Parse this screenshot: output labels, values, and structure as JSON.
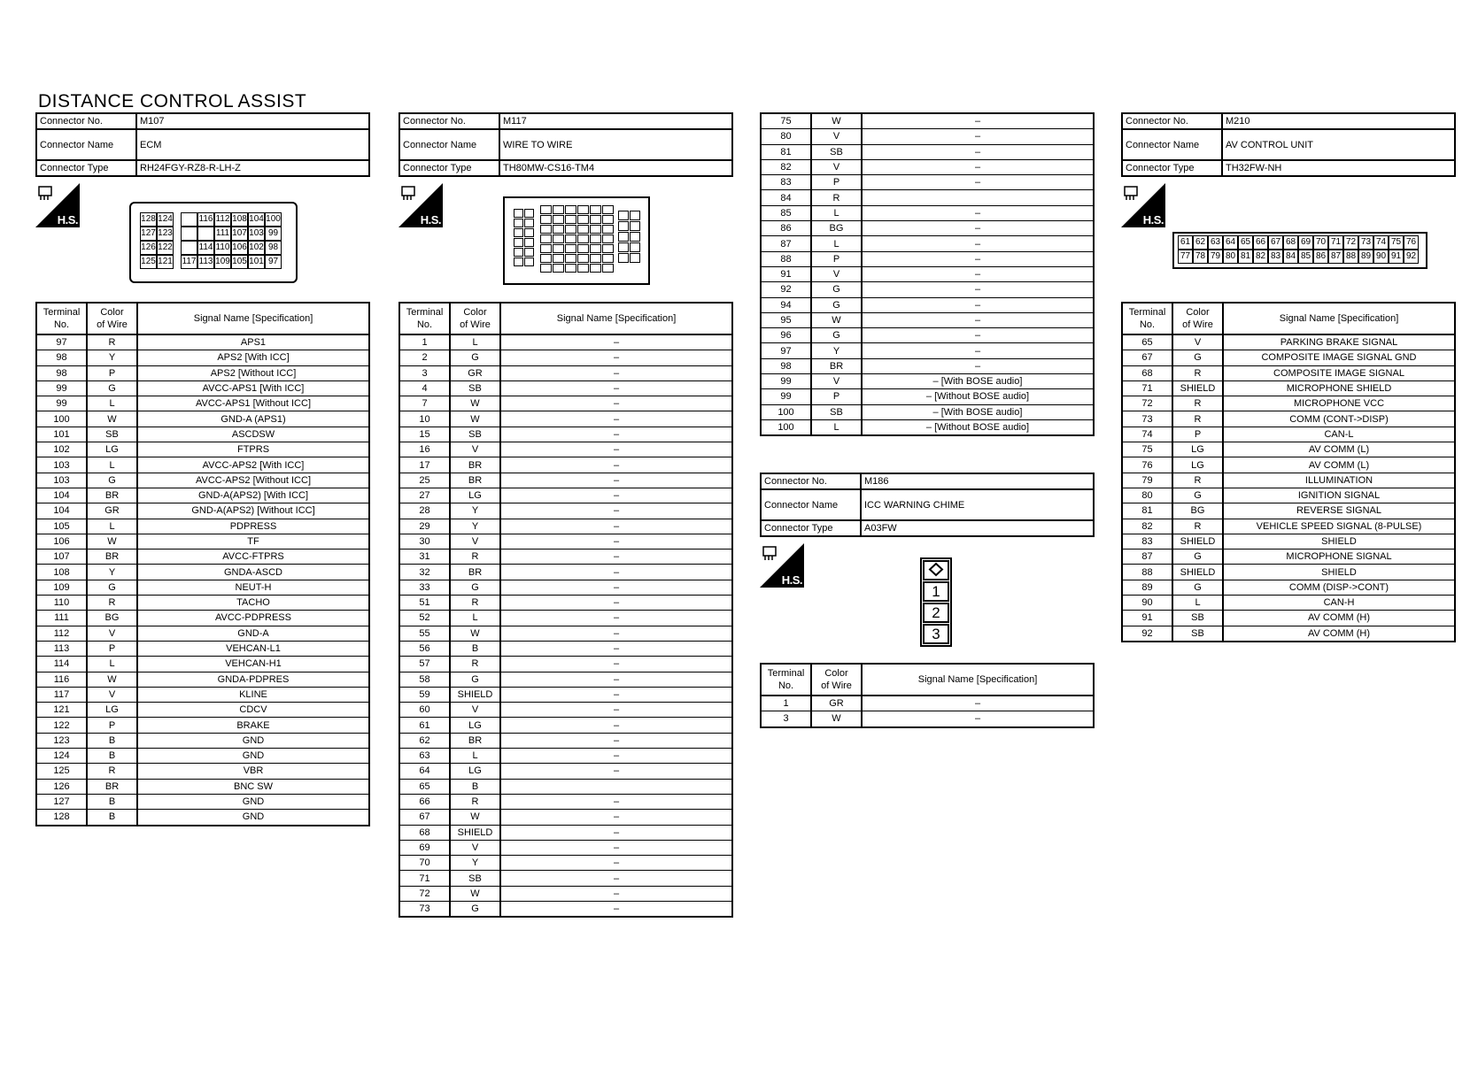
{
  "title": "DISTANCE CONTROL ASSIST",
  "labels": {
    "connector_no": "Connector No.",
    "connector_name": "Connector Name",
    "connector_type": "Connector Type",
    "terminal_no_1": "Terminal",
    "terminal_no_2": "No.",
    "color_1": "Color",
    "color_2": "of Wire",
    "signal": "Signal Name [Specification]",
    "hs": "H.S."
  },
  "m107": {
    "no": "M107",
    "name": "ECM",
    "type": "RH24FGY-RZ8-R-LH-Z",
    "face_top": [
      "128",
      "124",
      "",
      "116",
      "112",
      "108",
      "104",
      "100"
    ],
    "face_r2": [
      "127",
      "123",
      "",
      "",
      "111",
      "107",
      "103",
      "99"
    ],
    "face_r3": [
      "126",
      "122",
      "",
      "114",
      "110",
      "106",
      "102",
      "98"
    ],
    "face_r4": [
      "125",
      "121",
      "117",
      "113",
      "109",
      "105",
      "101",
      "97"
    ],
    "rows": [
      [
        "97",
        "R",
        "APS1"
      ],
      [
        "98",
        "Y",
        "APS2 [With ICC]"
      ],
      [
        "98",
        "P",
        "APS2 [Without ICC]"
      ],
      [
        "99",
        "G",
        "AVCC-APS1 [With ICC]"
      ],
      [
        "99",
        "L",
        "AVCC-APS1 [Without ICC]"
      ],
      [
        "100",
        "W",
        "GND-A (APS1)"
      ],
      [
        "101",
        "SB",
        "ASCDSW"
      ],
      [
        "102",
        "LG",
        "FTPRS"
      ],
      [
        "103",
        "L",
        "AVCC-APS2 [With ICC]"
      ],
      [
        "103",
        "G",
        "AVCC-APS2 [Without ICC]"
      ],
      [
        "104",
        "BR",
        "GND-A(APS2) [With ICC]"
      ],
      [
        "104",
        "GR",
        "GND-A(APS2) [Without ICC]"
      ],
      [
        "105",
        "L",
        "PDPRESS"
      ],
      [
        "106",
        "W",
        "TF"
      ],
      [
        "107",
        "BR",
        "AVCC-FTPRS"
      ],
      [
        "108",
        "Y",
        "GNDA-ASCD"
      ],
      [
        "109",
        "G",
        "NEUT-H"
      ],
      [
        "110",
        "R",
        "TACHO"
      ],
      [
        "111",
        "BG",
        "AVCC-PDPRESS"
      ],
      [
        "112",
        "V",
        "GND-A"
      ],
      [
        "113",
        "P",
        "VEHCAN-L1"
      ],
      [
        "114",
        "L",
        "VEHCAN-H1"
      ],
      [
        "116",
        "W",
        "GNDA-PDPRES"
      ],
      [
        "117",
        "V",
        "KLINE"
      ],
      [
        "121",
        "LG",
        "CDCV"
      ],
      [
        "122",
        "P",
        "BRAKE"
      ],
      [
        "123",
        "B",
        "GND"
      ],
      [
        "124",
        "B",
        "GND"
      ],
      [
        "125",
        "R",
        "VBR"
      ],
      [
        "126",
        "BR",
        "BNC SW"
      ],
      [
        "127",
        "B",
        "GND"
      ],
      [
        "128",
        "B",
        "GND"
      ]
    ]
  },
  "m117": {
    "no": "M117",
    "name": "WIRE TO WIRE",
    "type": "TH80MW-CS16-TM4",
    "rows": [
      [
        "1",
        "L",
        "–"
      ],
      [
        "2",
        "G",
        "–"
      ],
      [
        "3",
        "GR",
        "–"
      ],
      [
        "4",
        "SB",
        "–"
      ],
      [
        "7",
        "W",
        "–"
      ],
      [
        "10",
        "W",
        "–"
      ],
      [
        "15",
        "SB",
        "–"
      ],
      [
        "16",
        "V",
        "–"
      ],
      [
        "17",
        "BR",
        "–"
      ],
      [
        "25",
        "BR",
        "–"
      ],
      [
        "27",
        "LG",
        "–"
      ],
      [
        "28",
        "Y",
        "–"
      ],
      [
        "29",
        "Y",
        "–"
      ],
      [
        "30",
        "V",
        "–"
      ],
      [
        "31",
        "R",
        "–"
      ],
      [
        "32",
        "BR",
        "–"
      ],
      [
        "33",
        "G",
        "–"
      ],
      [
        "51",
        "R",
        "–"
      ],
      [
        "52",
        "L",
        "–"
      ],
      [
        "55",
        "W",
        "–"
      ],
      [
        "56",
        "B",
        "–"
      ],
      [
        "57",
        "R",
        "–"
      ],
      [
        "58",
        "G",
        "–"
      ],
      [
        "59",
        "SHIELD",
        "–"
      ],
      [
        "60",
        "V",
        "–"
      ],
      [
        "61",
        "LG",
        "–"
      ],
      [
        "62",
        "BR",
        "–"
      ],
      [
        "63",
        "L",
        "–"
      ],
      [
        "64",
        "LG",
        "–"
      ],
      [
        "65",
        "B",
        ""
      ],
      [
        "66",
        "R",
        "–"
      ],
      [
        "67",
        "W",
        "–"
      ],
      [
        "68",
        "SHIELD",
        "–"
      ],
      [
        "69",
        "V",
        "–"
      ],
      [
        "70",
        "Y",
        "–"
      ],
      [
        "71",
        "SB",
        "–"
      ],
      [
        "72",
        "W",
        "–"
      ],
      [
        "73",
        "G",
        "–"
      ]
    ]
  },
  "m117_cont": {
    "rows": [
      [
        "75",
        "W",
        "–"
      ],
      [
        "80",
        "V",
        "–"
      ],
      [
        "81",
        "SB",
        "–"
      ],
      [
        "82",
        "V",
        "–"
      ],
      [
        "83",
        "P",
        "–"
      ],
      [
        "84",
        "R",
        ""
      ],
      [
        "85",
        "L",
        "–"
      ],
      [
        "86",
        "BG",
        "–"
      ],
      [
        "87",
        "L",
        "–"
      ],
      [
        "88",
        "P",
        "–"
      ],
      [
        "91",
        "V",
        "–"
      ],
      [
        "92",
        "G",
        "–"
      ],
      [
        "94",
        "G",
        "–"
      ],
      [
        "95",
        "W",
        "–"
      ],
      [
        "96",
        "G",
        "–"
      ],
      [
        "97",
        "Y",
        "–"
      ],
      [
        "98",
        "BR",
        "–"
      ],
      [
        "99",
        "V",
        "– [With BOSE audio]"
      ],
      [
        "99",
        "P",
        "– [Without BOSE audio]"
      ],
      [
        "100",
        "SB",
        "– [With BOSE audio]"
      ],
      [
        "100",
        "L",
        "– [Without BOSE audio]"
      ]
    ]
  },
  "m186": {
    "no": "M186",
    "name": "ICC WARNING CHIME",
    "type": "A03FW",
    "face": [
      "1",
      "2",
      "3"
    ],
    "rows": [
      [
        "1",
        "GR",
        "–"
      ],
      [
        "3",
        "W",
        "–"
      ]
    ]
  },
  "m210": {
    "no": "M210",
    "name": "AV CONTROL UNIT",
    "type": "TH32FW-NH",
    "face_top": [
      "61",
      "62",
      "63",
      "64",
      "65",
      "66",
      "67",
      "68",
      "69",
      "70",
      "71",
      "72",
      "73",
      "74",
      "75",
      "76"
    ],
    "face_bot": [
      "77",
      "78",
      "79",
      "80",
      "81",
      "82",
      "83",
      "84",
      "85",
      "86",
      "87",
      "88",
      "89",
      "90",
      "91",
      "92"
    ],
    "rows": [
      [
        "65",
        "V",
        "PARKING BRAKE SIGNAL"
      ],
      [
        "67",
        "G",
        "COMPOSITE IMAGE SIGNAL GND"
      ],
      [
        "68",
        "R",
        "COMPOSITE IMAGE SIGNAL"
      ],
      [
        "71",
        "SHIELD",
        "MICROPHONE SHIELD"
      ],
      [
        "72",
        "R",
        "MICROPHONE VCC"
      ],
      [
        "73",
        "R",
        "COMM (CONT->DISP)"
      ],
      [
        "74",
        "P",
        "CAN-L"
      ],
      [
        "75",
        "LG",
        "AV COMM (L)"
      ],
      [
        "76",
        "LG",
        "AV COMM (L)"
      ],
      [
        "79",
        "R",
        "ILLUMINATION"
      ],
      [
        "80",
        "G",
        "IGNITION SIGNAL"
      ],
      [
        "81",
        "BG",
        "REVERSE SIGNAL"
      ],
      [
        "82",
        "R",
        "VEHICLE SPEED SIGNAL (8-PULSE)"
      ],
      [
        "83",
        "SHIELD",
        "SHIELD"
      ],
      [
        "87",
        "G",
        "MICROPHONE SIGNAL"
      ],
      [
        "88",
        "SHIELD",
        "SHIELD"
      ],
      [
        "89",
        "G",
        "COMM (DISP->CONT)"
      ],
      [
        "90",
        "L",
        "CAN-H"
      ],
      [
        "91",
        "SB",
        "AV COMM (H)"
      ],
      [
        "92",
        "SB",
        "AV COMM (H)"
      ]
    ]
  }
}
